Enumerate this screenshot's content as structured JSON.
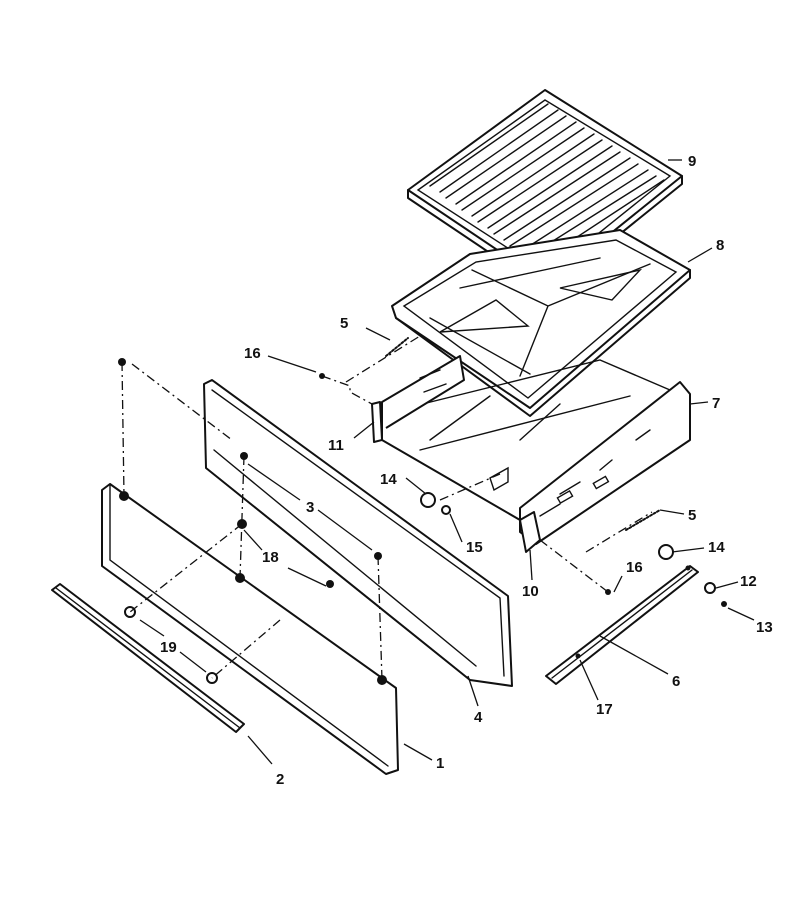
{
  "callouts": {
    "c1": "1",
    "c2": "2",
    "c3": "3",
    "c4": "4",
    "c5a": "5",
    "c5b": "5",
    "c6": "6",
    "c7": "7",
    "c8": "8",
    "c9": "9",
    "c10": "10",
    "c11": "11",
    "c12": "12",
    "c13": "13",
    "c14a": "14",
    "c14b": "14",
    "c15": "15",
    "c16a": "16",
    "c16b": "16",
    "c17": "17",
    "c18": "18",
    "c19": "19"
  }
}
